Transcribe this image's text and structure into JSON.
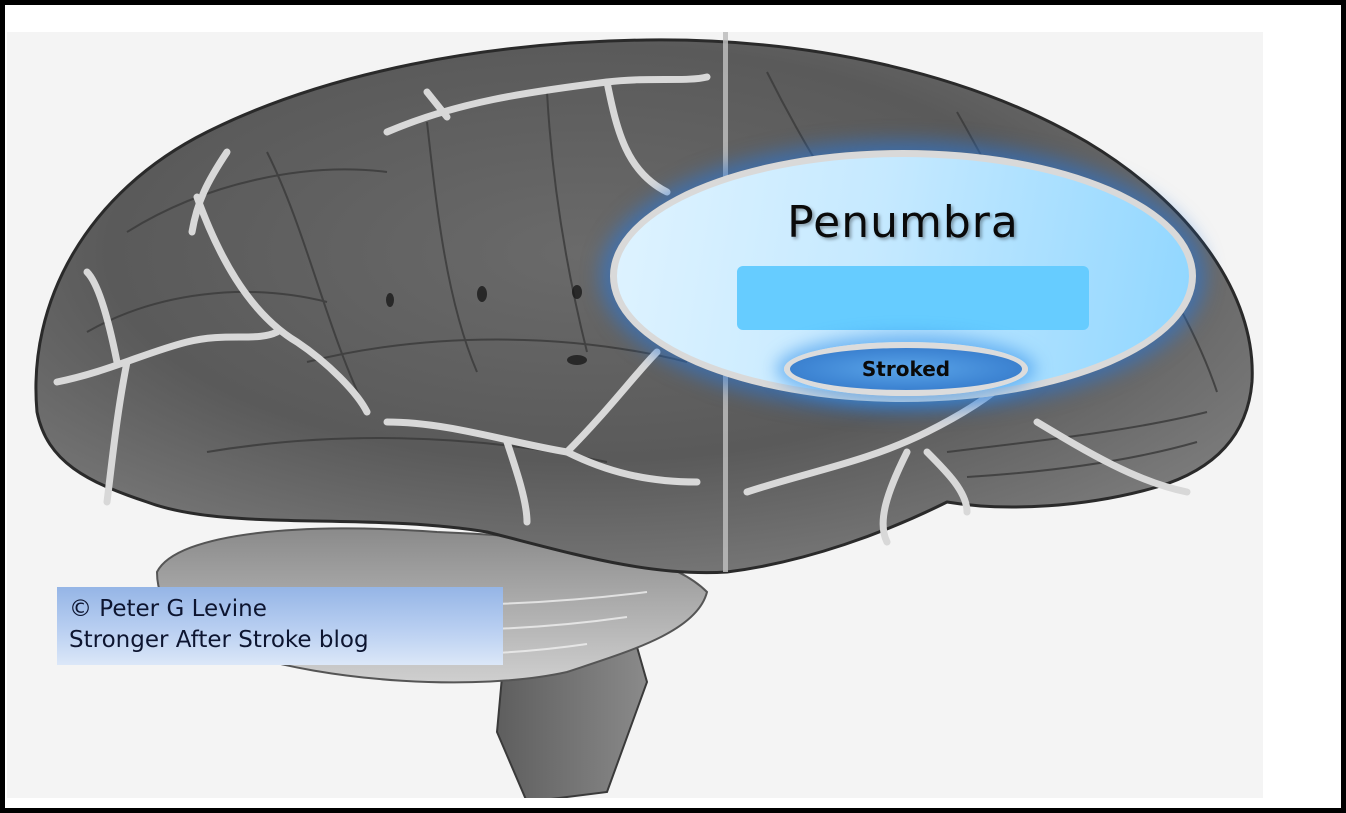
{
  "diagram": {
    "subject": "Human brain lateral view",
    "penumbra": {
      "title": "Penumbra",
      "fill_color": "#c5e9ff",
      "bar_color": "#66ccff",
      "glow_color": "#2878dc"
    },
    "core": {
      "label": "Stroked",
      "fill_color": "#3f86d4"
    },
    "caption": {
      "line1": "© Peter G Levine",
      "line2": "Stronger After Stroke blog",
      "gradient_top": "#95b5e6",
      "gradient_bottom": "#dbe7f8"
    }
  }
}
